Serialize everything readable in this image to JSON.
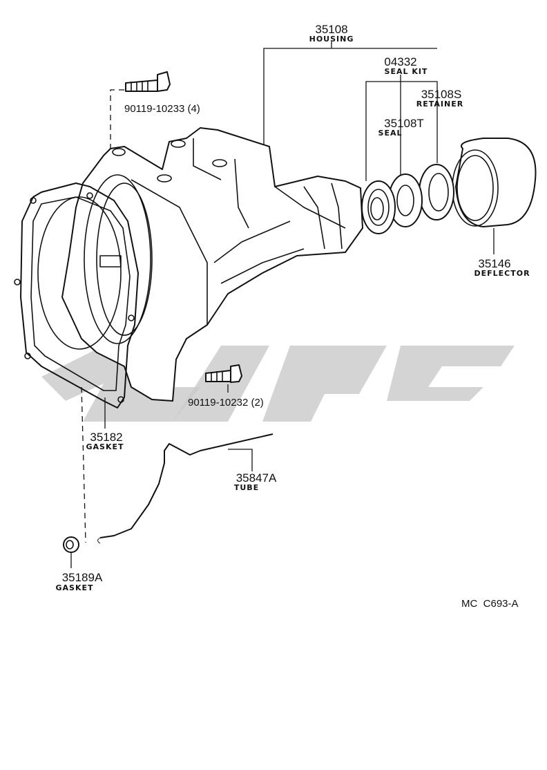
{
  "callouts": [
    {
      "number": "35108",
      "name": "HOUSING"
    },
    {
      "number": "04332",
      "name": "SEAL KIT"
    },
    {
      "number": "35108S",
      "name": "RETAINER"
    },
    {
      "number": "35108T",
      "name": "SEAL"
    },
    {
      "number": "35146",
      "name": "DEFLECTOR"
    },
    {
      "number": "90119-10233 (4)",
      "name": ""
    },
    {
      "number": "90119-10232 (2)",
      "name": ""
    },
    {
      "number": "35182",
      "name": "GASKET"
    },
    {
      "number": "35847A",
      "name": "TUBE"
    },
    {
      "number": "35189A",
      "name": "GASKET"
    }
  ],
  "reference": "MC  C693-A"
}
